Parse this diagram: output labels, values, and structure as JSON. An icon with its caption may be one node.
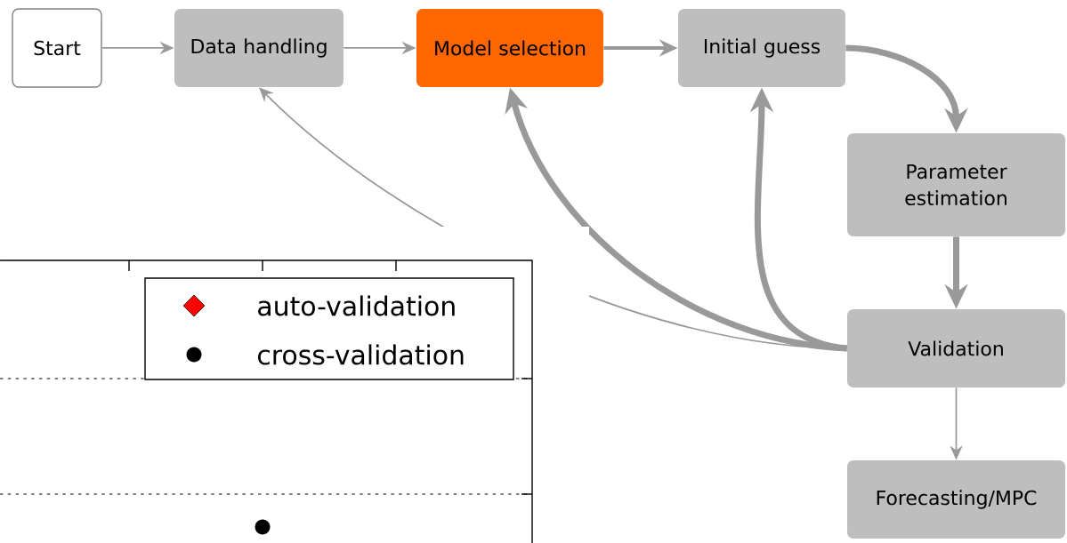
{
  "diagram": {
    "nodes": [
      {
        "text": [
          "Start"
        ]
      },
      {
        "text": [
          "Data handling"
        ]
      },
      {
        "text": [
          "Model selection"
        ]
      },
      {
        "text": [
          "Initial guess"
        ]
      },
      {
        "text": [
          "Parameter estimation"
        ]
      },
      {
        "text": [
          "Validation"
        ]
      },
      {
        "text": [
          "Forecasting/MPC"
        ]
      }
    ],
    "edges": [
      {
        "from": 0,
        "to": 1,
        "arrow": "to"
      },
      {
        "from": 1,
        "to": 2,
        "arrow": "to"
      },
      {
        "from": 2,
        "to": 3,
        "arrow": "to"
      },
      {
        "from": 3,
        "to": 4,
        "arrow": "to",
        "style": "thick"
      },
      {
        "from": 4,
        "to": 5,
        "arrow": "to",
        "style": "thick"
      },
      {
        "from": 5,
        "to": 6,
        "arrow": "to"
      },
      {
        "from": 5,
        "to": 3,
        "arrow": "to",
        "style": "thick"
      },
      {
        "from": 5,
        "to": 2,
        "arrow": "to",
        "style": "thick"
      },
      {
        "from": 5,
        "to": 1,
        "arrow": "to"
      }
    ],
    "legend": [
      {
        "text": "auto-validation"
      },
      {
        "text": "cross-validation"
      }
    ]
  }
}
